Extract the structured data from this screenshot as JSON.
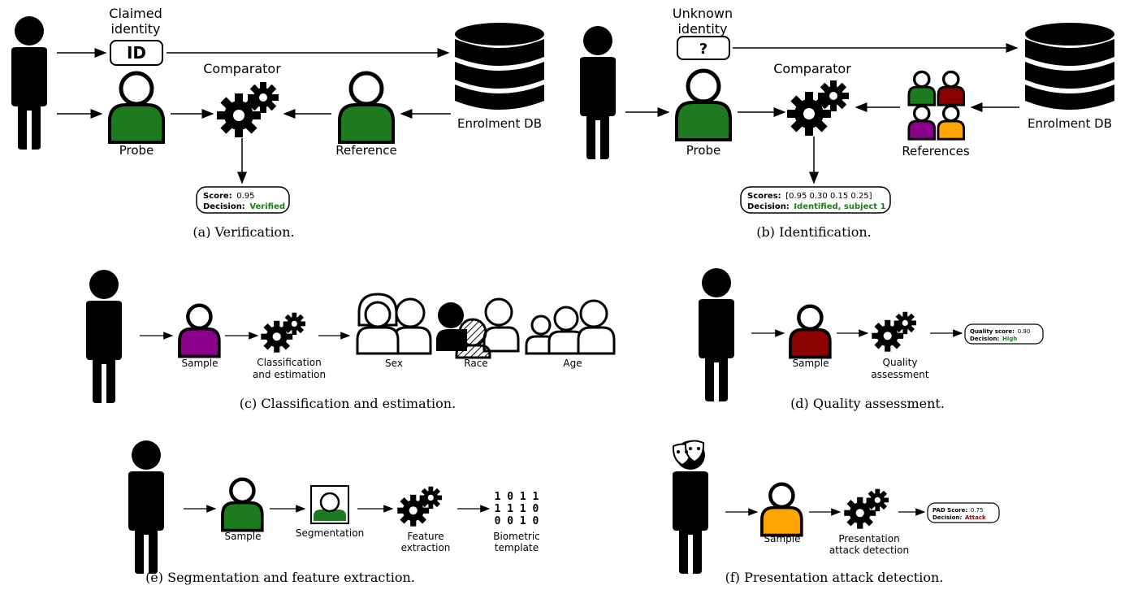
{
  "panels": {
    "a": {
      "claimed_identity_l1": "Claimed",
      "claimed_identity_l2": "identity",
      "id_box": "ID",
      "comparator": "Comparator",
      "probe": "Probe",
      "reference": "Reference",
      "enrolment_db": "Enrolment DB",
      "score_label": "Score:",
      "score_value": "0.95",
      "decision_label": "Decision:",
      "decision_value": "Verified",
      "caption": "(a) Verification."
    },
    "b": {
      "unknown_identity_l1": "Unknown",
      "unknown_identity_l2": "identity",
      "id_box": "?",
      "comparator": "Comparator",
      "probe": "Probe",
      "references": "References",
      "enrolment_db": "Enrolment DB",
      "scores_label": "Scores:",
      "scores_value": "[0.95 0.30 0.15 0.25]",
      "decision_label": "Decision:",
      "decision_value": "Identified, subject 1",
      "caption": "(b) Identification."
    },
    "c": {
      "sample": "Sample",
      "process_l1": "Classification",
      "process_l2": "and estimation",
      "sex": "Sex",
      "race": "Race",
      "age": "Age",
      "caption": "(c) Classification and estimation."
    },
    "d": {
      "sample": "Sample",
      "process_l1": "Quality",
      "process_l2": "assessment",
      "score_label": "Quality score:",
      "score_value": "0.90",
      "decision_label": "Decision:",
      "decision_value": "High",
      "caption": "(d) Quality assessment."
    },
    "e": {
      "sample": "Sample",
      "segmentation": "Segmentation",
      "process_l1": "Feature",
      "process_l2": "extraction",
      "template_row1": "1 0 1 1",
      "template_row2": "1 1 1 0",
      "template_row3": "0 0 1 0",
      "template_l1": "Biometric",
      "template_l2": "template",
      "caption": "(e) Segmentation and feature extraction."
    },
    "f": {
      "sample": "Sample",
      "process_l1": "Presentation",
      "process_l2": "attack detection",
      "score_label": "PAD Score:",
      "score_value": "0.75",
      "decision_label": "Decision:",
      "decision_value": "Attack",
      "caption": "(f) Presentation attack detection."
    }
  },
  "colors": {
    "green": "#1e7a1e",
    "darkred": "#8b0000",
    "purple": "#8b008b",
    "orange": "#ffa500",
    "decision_green": "#1e7a1e",
    "decision_red": "#8b0000"
  },
  "icons": [
    "person-silhouette-icon",
    "gear-icon",
    "database-icon",
    "user-avatar-icon",
    "theater-mask-icon"
  ]
}
